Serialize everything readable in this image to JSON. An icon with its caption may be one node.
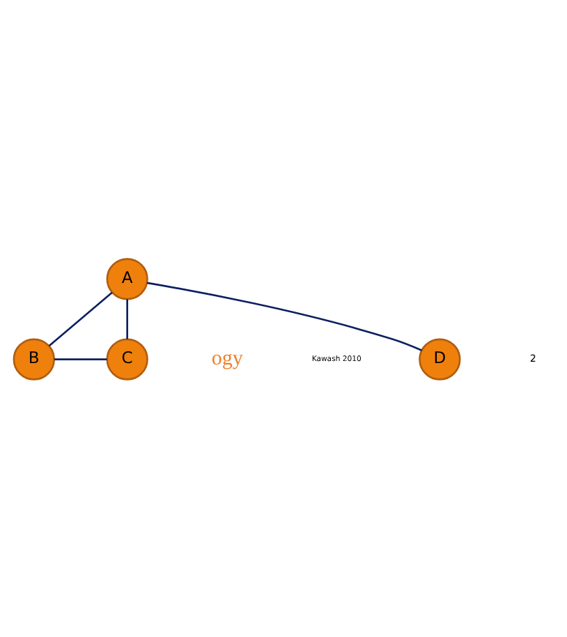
{
  "diagram": {
    "nodes": [
      {
        "text": [
          "A"
        ]
      },
      {
        "text": [
          "B"
        ]
      },
      {
        "text": [
          "C"
        ]
      },
      {
        "text": [
          "D"
        ]
      }
    ],
    "edges": [
      {
        "from": 0,
        "to": 1,
        "arrow": "none"
      },
      {
        "from": 0,
        "to": 2,
        "arrow": "none"
      },
      {
        "from": 0,
        "to": 3,
        "arrow": "none"
      },
      {
        "from": 1,
        "to": 2,
        "arrow": "none"
      }
    ],
    "labels": [
      "ogy",
      "Kawash 2010",
      "2"
    ]
  }
}
